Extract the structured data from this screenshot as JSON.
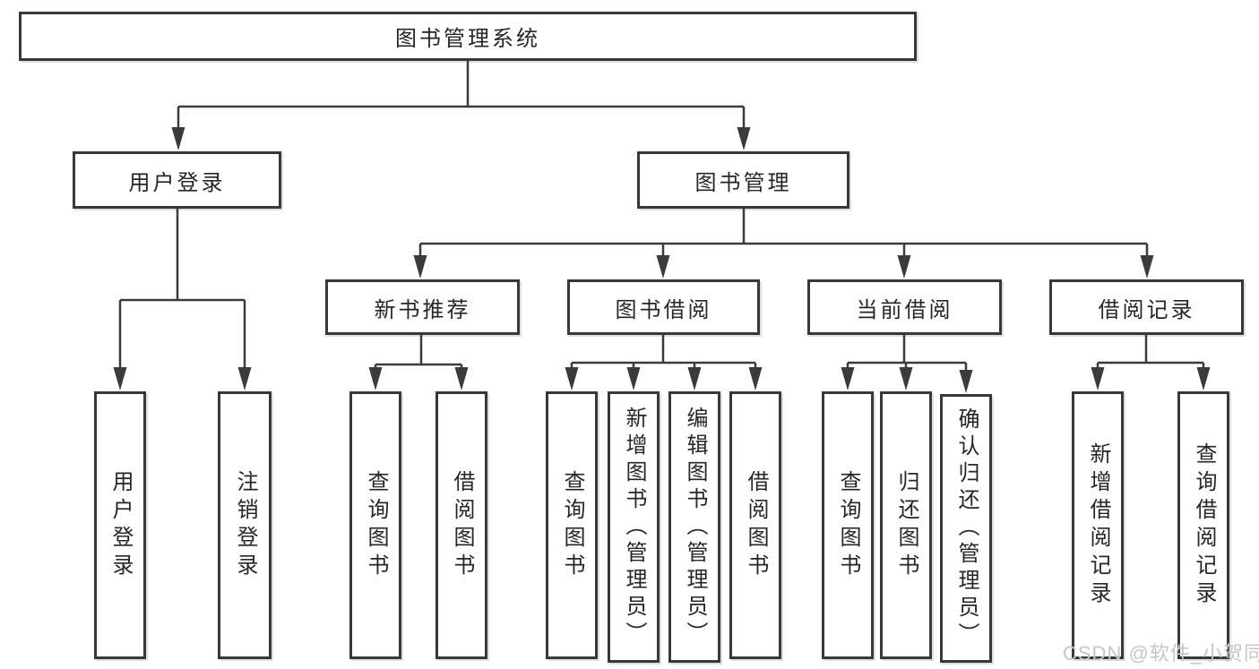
{
  "tree": {
    "label": "图书管理系统",
    "children": [
      {
        "label": "用户登录",
        "children": [
          {
            "label": "用户登录"
          },
          {
            "label": "注销登录"
          }
        ]
      },
      {
        "label": "图书管理",
        "children": [
          {
            "label": "新书推荐",
            "children": [
              {
                "label": "查询图书"
              },
              {
                "label": "借阅图书"
              }
            ]
          },
          {
            "label": "图书借阅",
            "children": [
              {
                "label": "查询图书"
              },
              {
                "label": "新增图书（管理员）"
              },
              {
                "label": "编辑图书（管理员）"
              },
              {
                "label": "借阅图书"
              }
            ]
          },
          {
            "label": "当前借阅",
            "children": [
              {
                "label": "查询图书"
              },
              {
                "label": "归还图书"
              },
              {
                "label": "确认归还（管理员）"
              }
            ]
          },
          {
            "label": "借阅记录",
            "children": [
              {
                "label": "新增借阅记录"
              },
              {
                "label": "查询借阅记录"
              }
            ]
          }
        ]
      }
    ]
  },
  "watermark": {
    "text": "CSDN @软件_小贺同学"
  },
  "colors": {
    "line": "#3b3b3b",
    "box_border": "#383838",
    "text": "#262626",
    "watermark": "#c6c6c6",
    "background": "#ffffff"
  }
}
